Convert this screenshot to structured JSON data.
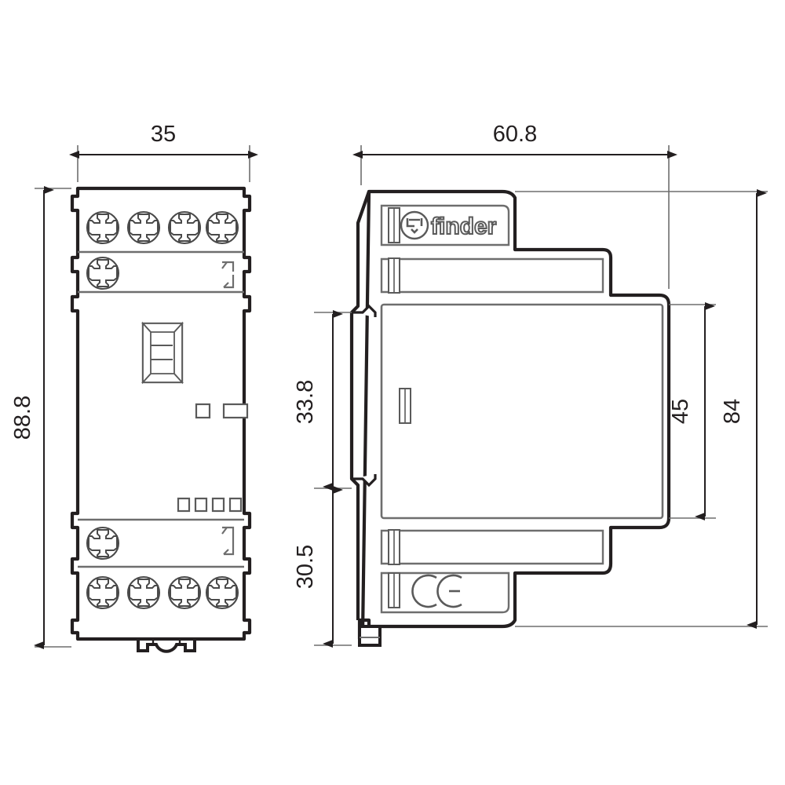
{
  "drawing": {
    "title": "Finder DIN-rail modular relay/timer dimensional drawing",
    "type": "technical-dimension-drawing",
    "views": [
      "front-view",
      "side-view"
    ],
    "units": "mm",
    "line_color": "#231f20",
    "thin_line_color": "#6e6e6e",
    "background_color": "#ffffff"
  },
  "dimensions": {
    "front_width": "35",
    "front_height": "88.8",
    "side_depth": "60.8",
    "side_upper": "33.8",
    "side_lower": "30.5",
    "side_body_height": "45",
    "side_total_height": "84"
  },
  "front_view": {
    "name": "front-view",
    "terminals_top_row": [
      "terminal-1",
      "terminal-2",
      "terminal-3",
      "terminal-4"
    ],
    "terminals_second_row": [
      "terminal-5"
    ],
    "terminals_third_row": [
      "terminal-6"
    ],
    "terminals_bottom_row": [
      "terminal-7",
      "terminal-8",
      "terminal-9",
      "terminal-10"
    ],
    "display_window": "display-window",
    "indicator_leds": [
      "led-1",
      "led-2",
      "led-3",
      "led-4"
    ],
    "small_square": "setting-square",
    "small_rect": "setting-rectangle",
    "marking_top": "terminal-marking-top",
    "marking_bottom": "terminal-marking-bottom",
    "din_clip": "din-rail-clip"
  },
  "side_view": {
    "name": "side-view",
    "brand_label": "finder",
    "brand_logo": "finder-logo-icon",
    "ce_mark": "ce-mark-icon",
    "ventilation_slots": [
      "slot-top",
      "slot-middle",
      "slot-lower",
      "slot-bottom"
    ],
    "din_foot": "din-rail-foot",
    "body_panel": "main-body-panel"
  },
  "labels": {
    "w35": "35",
    "h888": "88.8",
    "d608": "60.8",
    "u338": "33.8",
    "l305": "30.5",
    "b45": "45",
    "t84": "84"
  }
}
